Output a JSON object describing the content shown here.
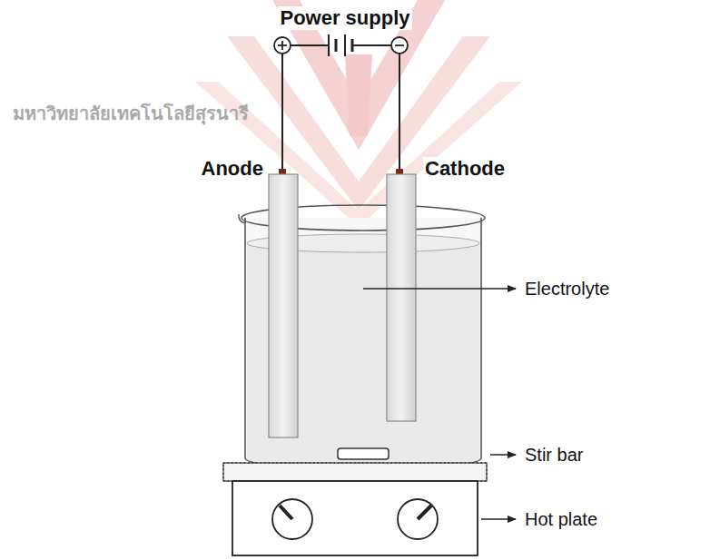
{
  "diagram": {
    "labels": [
      "Power supply",
      "Anode",
      "Cathode",
      "Electrolyte",
      "Stir bar",
      "Hot plate",
      "มหาวิทยาลัยเทคโนโลยีสุรนารี"
    ]
  }
}
